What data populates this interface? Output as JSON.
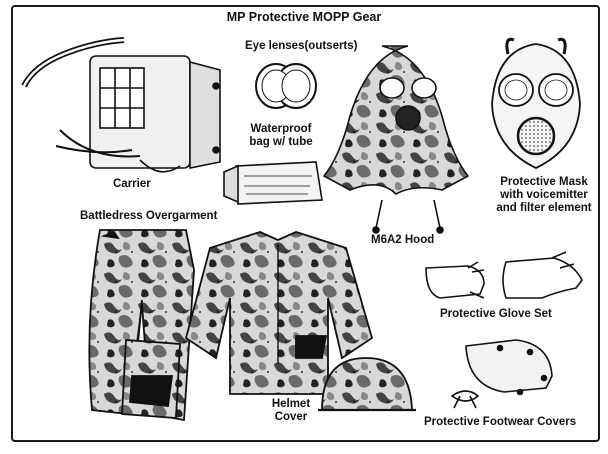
{
  "title": "MP Protective MOPP Gear",
  "labels": {
    "eye_lenses": "Eye lenses(outserts)",
    "waterproof_bag": [
      "Waterproof",
      "bag w/ tube"
    ],
    "carrier": "Carrier",
    "battledress": "Battledress Overgarment",
    "hood": "M6A2 Hood",
    "mask": [
      "Protective Mask",
      "with voicemitter",
      "and filter element"
    ],
    "glove_set": "Protective Glove Set",
    "helmet_cover": [
      "Helmet",
      "Cover"
    ],
    "footwear_covers": "Protective Footwear Covers"
  },
  "colors": {
    "ink": "#111111",
    "camo_dark": "#2a2a2a",
    "camo_mid": "#777777",
    "camo_light": "#cfcfcf",
    "paper": "#ffffff"
  }
}
